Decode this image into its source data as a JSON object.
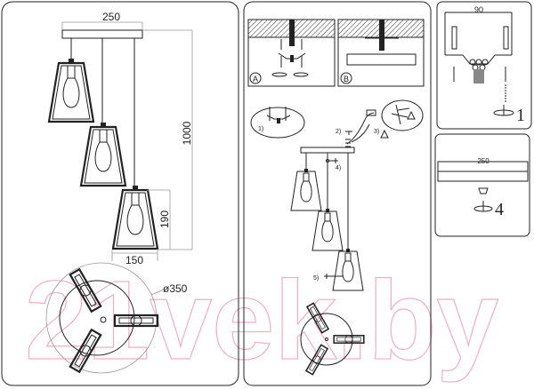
{
  "dimensions": {
    "canopy_width": "250",
    "total_height": "1000",
    "shade_height": "190",
    "shade_width": "150",
    "circle_diameter": "ø350",
    "mount_width": "90",
    "canopy_width_step4": "250"
  },
  "assembly": {
    "option_a": "A",
    "option_b": "B",
    "steps": [
      "1)",
      "2)",
      "3)",
      "4)",
      "5)"
    ],
    "panel_step_1": "1",
    "panel_step_4": "4"
  },
  "watermark": "21vek.by",
  "colors": {
    "line": "#222222",
    "watermark": "#f2a0b8",
    "dimension": "#999999"
  }
}
